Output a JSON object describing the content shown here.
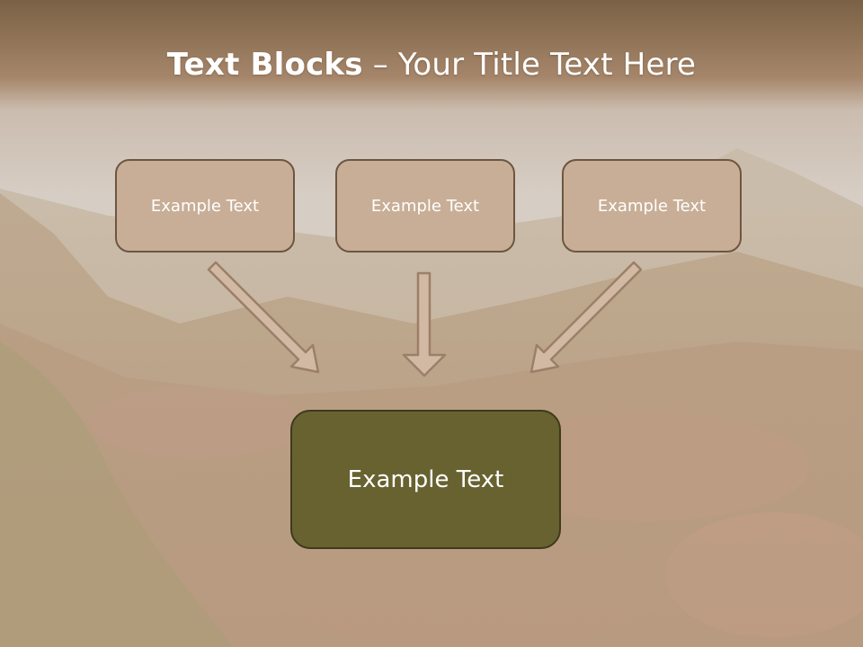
{
  "slide": {
    "title_bold": "Text Blocks",
    "title_sep": " – ",
    "title_rest": "Your Title Text Here"
  },
  "blocks": [
    {
      "label": "Example Text"
    },
    {
      "label": "Example Text"
    },
    {
      "label": "Example Text"
    }
  ],
  "result_block": {
    "label": "Example Text"
  },
  "colors": {
    "header": "#a07e5f",
    "small_box_fill": "#c8ae96",
    "small_box_border": "#6d5640",
    "big_box_fill": "#676230",
    "big_box_border": "#3f3a1c",
    "arrow_fill": "#d2b9a3",
    "arrow_stroke": "#9c7f67"
  }
}
